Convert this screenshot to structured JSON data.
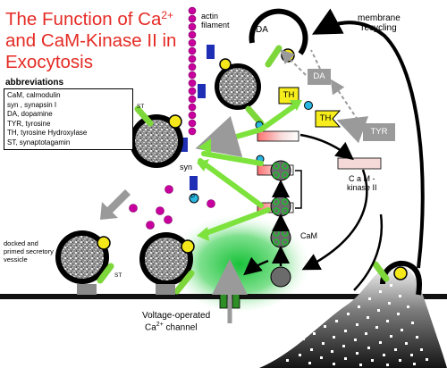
{
  "title": {
    "line1_pre": "The Function of Ca",
    "line1_sup": "2+",
    "line2": "and CaM-Kinase II in",
    "line3": "Exocytosis"
  },
  "abbreviations": {
    "heading": "abbreviations",
    "items": [
      "CaM, calmodulin",
      "syn ,  synapsin I",
      "DA,  dopamine",
      "TYR, tyrosine",
      "TH,  tyrosine Hydroxylase",
      "ST,  synaptotagamin"
    ]
  },
  "labels": {
    "actin_filament": "actin\nfilament",
    "membrane_recycling": "membrane\nrecycling",
    "da_vesicle": "DA",
    "da_box": "DA",
    "th_top": "TH",
    "th_mid": "TH",
    "tyr": "TYR",
    "st_upper": "ST",
    "syn": "syn",
    "cam_kinase": "C a M -\nkinase II",
    "cam": "CaM",
    "docked": "docked\nand primed\nsecretory\nvessicle",
    "st_lower": "ST",
    "channel_line1": "Voltage-operated",
    "channel_line2_pre": "Ca",
    "channel_line2_sup": "2+",
    "channel_line2_post": " channel",
    "p_marker": "P"
  },
  "colors": {
    "title": "#e52b25",
    "synapsin": "#c8009e",
    "syn_box": "#1f2fb5",
    "th_fill": "#f7ed1c",
    "green_arrow": "#7de23c",
    "st_green": "#7dd63a",
    "st_yellow": "#f4e81a",
    "ca_glow": "#20c040",
    "grey_box": "#9a9a9a",
    "kinase_pink": "#f5d8d8",
    "membrane": "#111111"
  }
}
